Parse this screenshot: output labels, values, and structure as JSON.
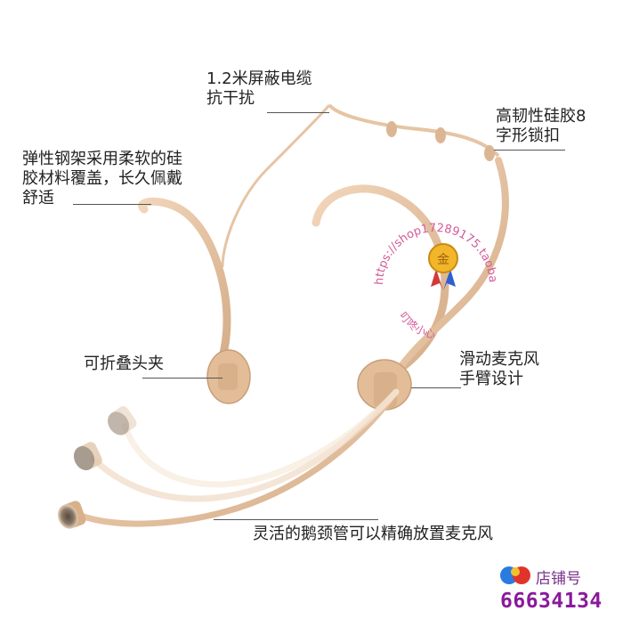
{
  "labels": {
    "cable": [
      "1.2米屏蔽电缆",
      "抗干扰"
    ],
    "lock": [
      "高韧性硅胶8",
      "字形锁扣"
    ],
    "frame": [
      "弹性钢架采用柔软的硅",
      "胶材料覆盖，长久佩戴",
      "舒适"
    ],
    "clip": [
      "可折叠头夹"
    ],
    "boom": [
      "滑动麦克风",
      "手臂设计"
    ],
    "gooseneck": [
      "灵活的鹅颈管可以精确放置麦克风"
    ]
  },
  "watermark": {
    "url": "https://shop17289175.taobao.com",
    "text": "叮咚小心"
  },
  "store": {
    "label": "店铺号",
    "number": "66634134"
  },
  "colors": {
    "skin": "#e8c3a0",
    "skin_dark": "#c9a07c",
    "leader": "#555555",
    "store_purple": "#8a1a9b"
  }
}
